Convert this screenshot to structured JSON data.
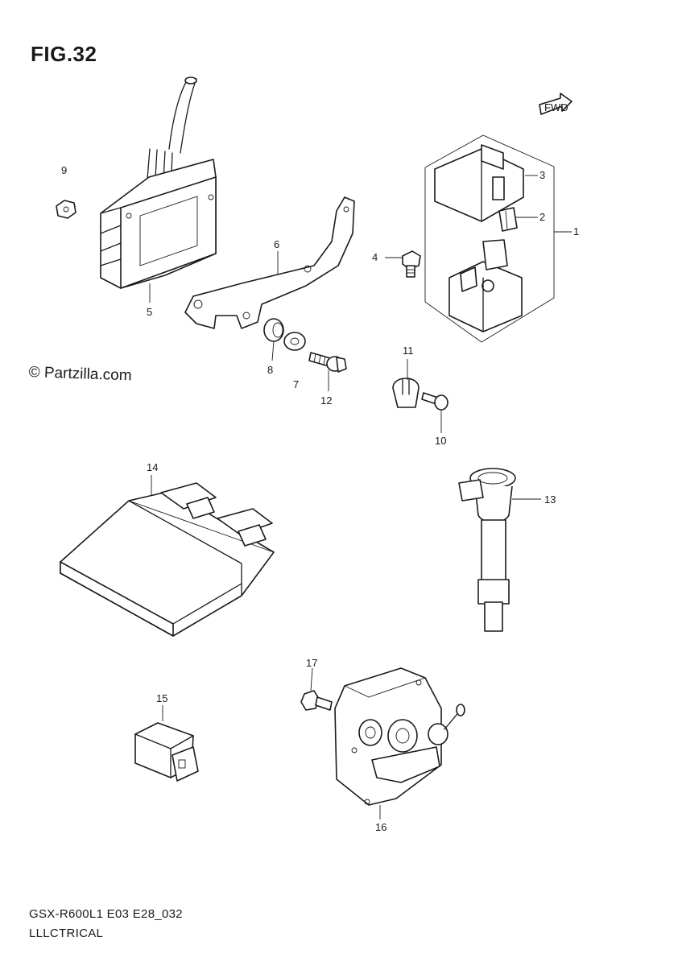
{
  "figure": {
    "title": "FIG.32"
  },
  "copyright": "© Partzilla.com",
  "footer": {
    "model_code": "GSX-R600L1 E03 E28_032",
    "section": "LLLCTRICAL"
  },
  "fwd_label": "FWD",
  "callouts": [
    {
      "id": "c1",
      "label": "1"
    },
    {
      "id": "c2",
      "label": "2"
    },
    {
      "id": "c3",
      "label": "3"
    },
    {
      "id": "c4",
      "label": "4"
    },
    {
      "id": "c5",
      "label": "5"
    },
    {
      "id": "c6",
      "label": "6"
    },
    {
      "id": "c7",
      "label": "7"
    },
    {
      "id": "c8",
      "label": "8"
    },
    {
      "id": "c9",
      "label": "9"
    },
    {
      "id": "c10",
      "label": "10"
    },
    {
      "id": "c11",
      "label": "11"
    },
    {
      "id": "c12",
      "label": "12"
    },
    {
      "id": "c13",
      "label": "13"
    },
    {
      "id": "c14",
      "label": "14"
    },
    {
      "id": "c15",
      "label": "15"
    },
    {
      "id": "c16",
      "label": "16"
    },
    {
      "id": "c17",
      "label": "17"
    }
  ]
}
